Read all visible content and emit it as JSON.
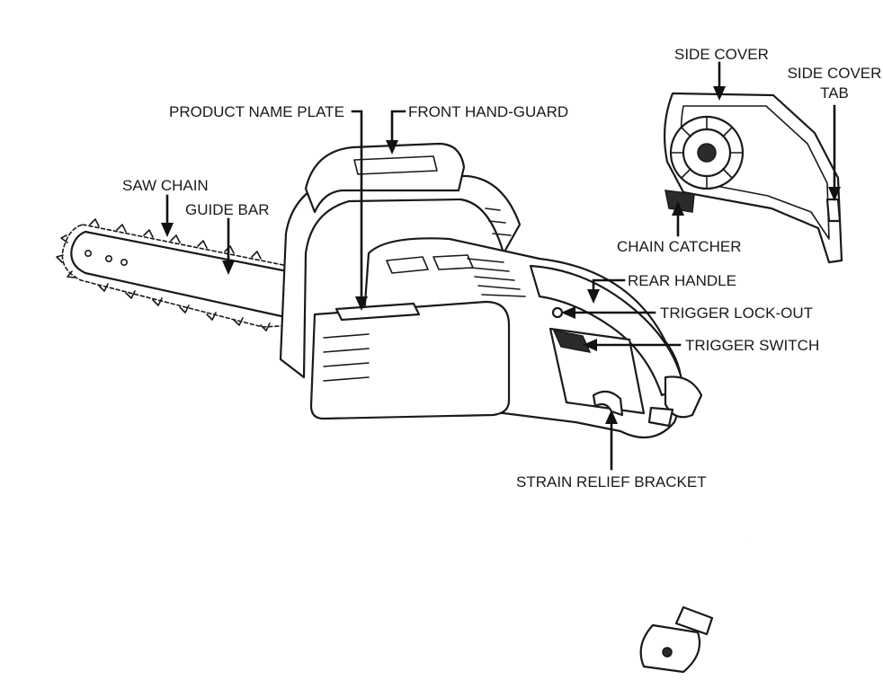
{
  "labels": {
    "product_name_plate": "PRODUCT NAME PLATE",
    "front_hand_guard": "FRONT HAND-GUARD",
    "saw_chain": "SAW CHAIN",
    "guide_bar": "GUIDE BAR",
    "side_cover": "SIDE COVER",
    "side_cover_tab_line1": "SIDE COVER",
    "side_cover_tab_line2": "TAB",
    "chain_catcher": "CHAIN CATCHER",
    "rear_handle": "REAR HANDLE",
    "trigger_lock_out": "TRIGGER LOCK-OUT",
    "trigger_switch": "TRIGGER SWITCH",
    "strain_relief_bracket": "STRAIN RELIEF BRACKET"
  }
}
